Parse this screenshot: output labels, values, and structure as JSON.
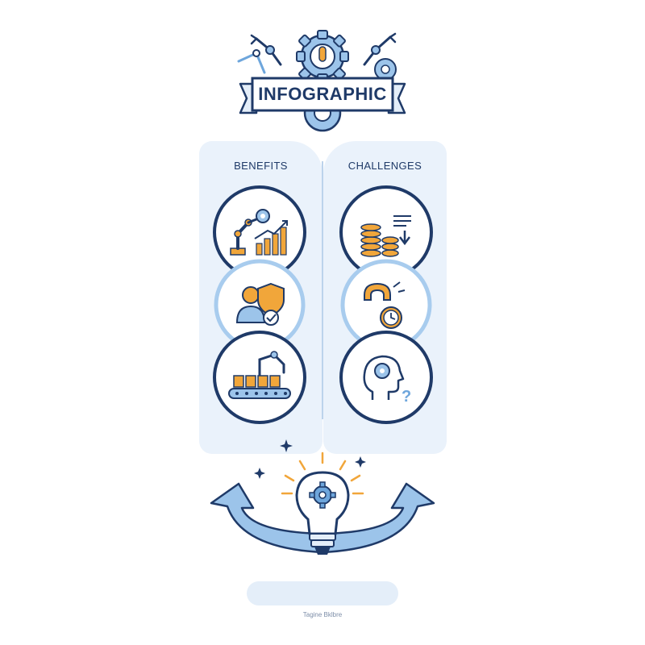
{
  "header": {
    "banner_title": "INFOGRAPHIC"
  },
  "columns": {
    "benefits": {
      "title": "BENEFITS",
      "items": [
        "robot-productivity-icon",
        "worker-safety-icon",
        "assembly-line-icon"
      ]
    },
    "challenges": {
      "title": "CHALLENGES",
      "items": [
        "cost-decrease-icon",
        "magnet-timer-icon",
        "mind-question-icon"
      ]
    }
  },
  "footer": {
    "caption": "Tagine Bklbre"
  },
  "colors": {
    "navy": "#1f3a68",
    "blue": "#6ea6dc",
    "light_blue": "#eaf2fb",
    "orange": "#f1a63a"
  }
}
